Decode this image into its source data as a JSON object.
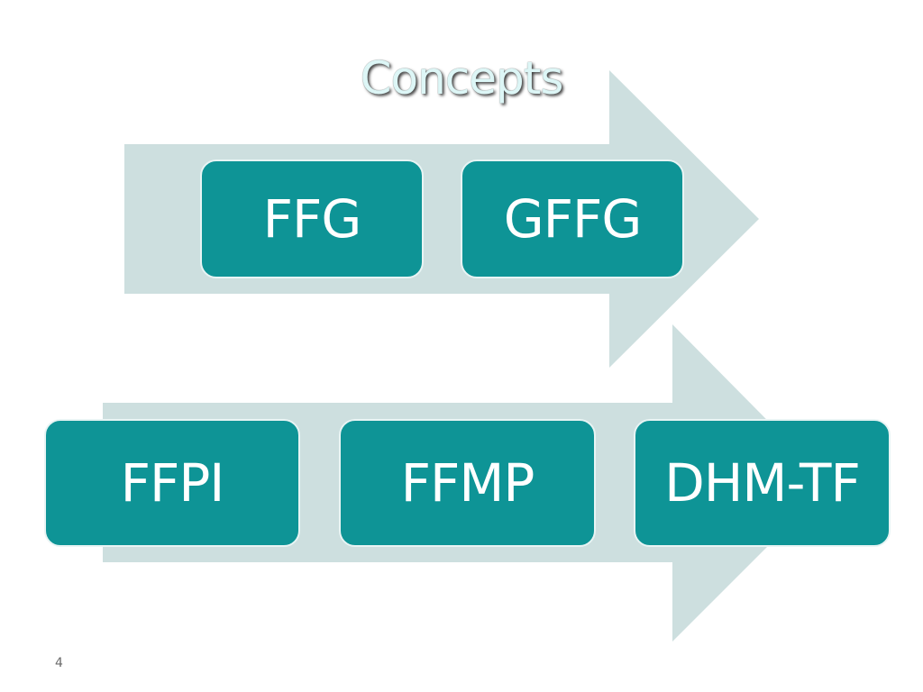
{
  "slide": {
    "title": "Concepts",
    "page_number": "4"
  },
  "diagram": {
    "rows": [
      {
        "items": [
          {
            "label": "FFG"
          },
          {
            "label": "GFFG"
          }
        ]
      },
      {
        "items": [
          {
            "label": "FFPI"
          },
          {
            "label": "FFMP"
          },
          {
            "label": "DHM-TF"
          }
        ]
      }
    ]
  },
  "colors": {
    "arrow_fill": "#cddfdf",
    "box_fill": "#0e9496",
    "box_border": "#e8f4f4",
    "box_text": "#ffffff",
    "title_text": "#ddf6f6"
  }
}
